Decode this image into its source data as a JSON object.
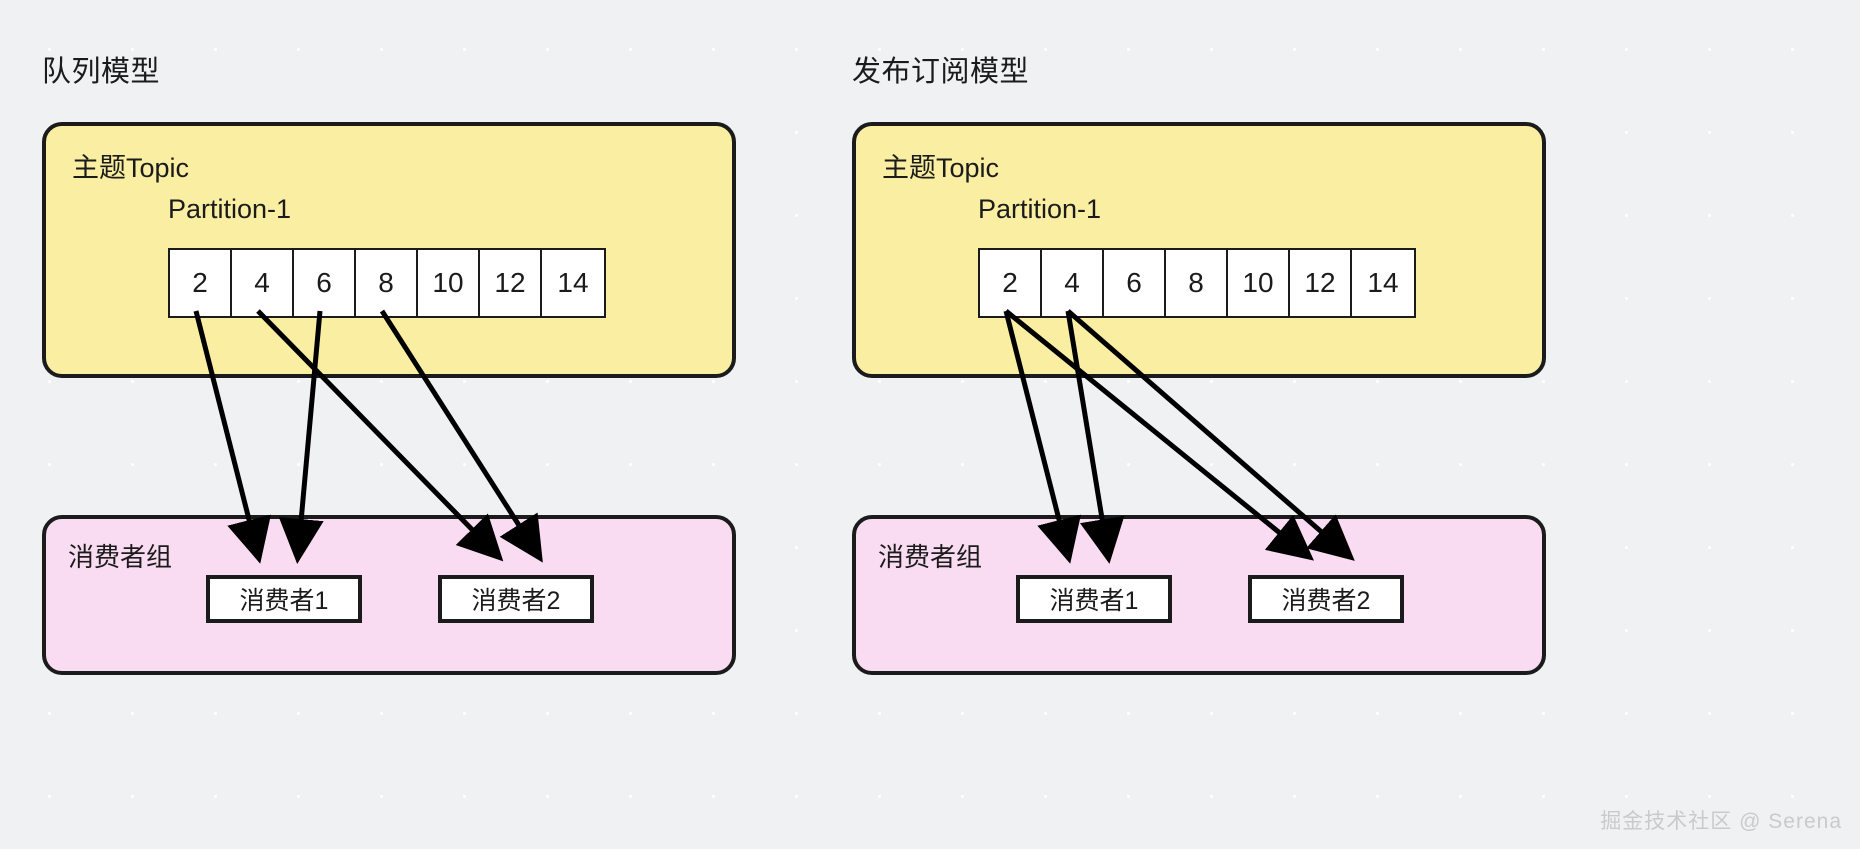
{
  "background": {
    "color": "#f0f1f3",
    "dot_color": "#ffffff"
  },
  "colors": {
    "topic_fill": "#f9eea1",
    "group_fill": "#fadcf2",
    "stroke": "#1b1b1b",
    "cell_fill": "#ffffff",
    "watermark": "#c9cacc"
  },
  "panels": [
    {
      "id": "queue-model",
      "title": "队列模型",
      "topic": {
        "label": "主题Topic",
        "partition_label": "Partition-1",
        "cells": [
          "2",
          "4",
          "6",
          "8",
          "10",
          "12",
          "14"
        ]
      },
      "consumer_group": {
        "label": "消费者组",
        "consumers": [
          "消费者1",
          "消费者2"
        ]
      },
      "arrows": [
        {
          "from_cell": "2",
          "to_consumer": "消费者1"
        },
        {
          "from_cell": "4",
          "to_consumer": "消费者2"
        },
        {
          "from_cell": "6",
          "to_consumer": "消费者1"
        },
        {
          "from_cell": "8",
          "to_consumer": "消费者2"
        }
      ]
    },
    {
      "id": "pubsub-model",
      "title": "发布订阅模型",
      "topic": {
        "label": "主题Topic",
        "partition_label": "Partition-1",
        "cells": [
          "2",
          "4",
          "6",
          "8",
          "10",
          "12",
          "14"
        ]
      },
      "consumer_group": {
        "label": "消费者组",
        "consumers": [
          "消费者1",
          "消费者2"
        ]
      },
      "arrows": [
        {
          "from_cell": "2",
          "to_consumer": "消费者1"
        },
        {
          "from_cell": "2",
          "to_consumer": "消费者2"
        },
        {
          "from_cell": "4",
          "to_consumer": "消费者1"
        },
        {
          "from_cell": "4",
          "to_consumer": "消费者2"
        }
      ]
    }
  ],
  "watermark": "掘金技术社区 @ Serena"
}
